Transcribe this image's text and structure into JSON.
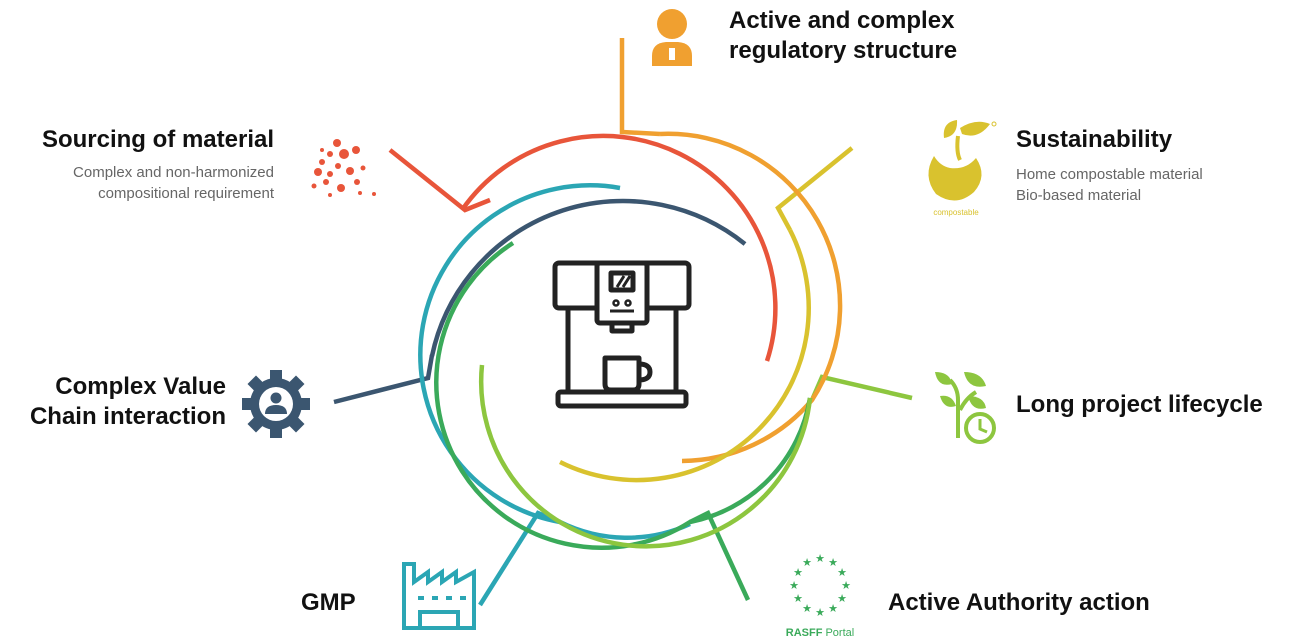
{
  "items": {
    "regulatory": {
      "title_lines": [
        "Active and complex",
        "regulatory structure"
      ],
      "icon": "person-badge-icon",
      "color": "#f0a030"
    },
    "sustainability": {
      "title": "Sustainability",
      "desc_lines": [
        "Home compostable material",
        "Bio-based material"
      ],
      "icon": "compostable-seedling-icon",
      "logo_text": "compostable",
      "color": "#d9c22e"
    },
    "lifecycle": {
      "title": "Long project lifecycle",
      "icon": "plant-clock-icon",
      "color": "#8dc63f"
    },
    "authority": {
      "title": "Active Authority action",
      "icon": "eu-stars-icon",
      "logo_text_bold": "RASFF",
      "logo_text": "Portal",
      "color": "#3aaa5a"
    },
    "gmp": {
      "title": "GMP",
      "icon": "factory-icon",
      "color": "#2ba6b4"
    },
    "value_chain": {
      "title_lines": [
        "Complex Value",
        "Chain interaction"
      ],
      "icon": "gear-person-icon",
      "color": "#3b5670"
    },
    "sourcing": {
      "title": "Sourcing of material",
      "desc_lines": [
        "Complex and non-harmonized",
        "compositional requirement"
      ],
      "icon": "dots-icon",
      "color": "#e8553a"
    }
  },
  "center": {
    "icon": "coffee-machine-icon"
  }
}
